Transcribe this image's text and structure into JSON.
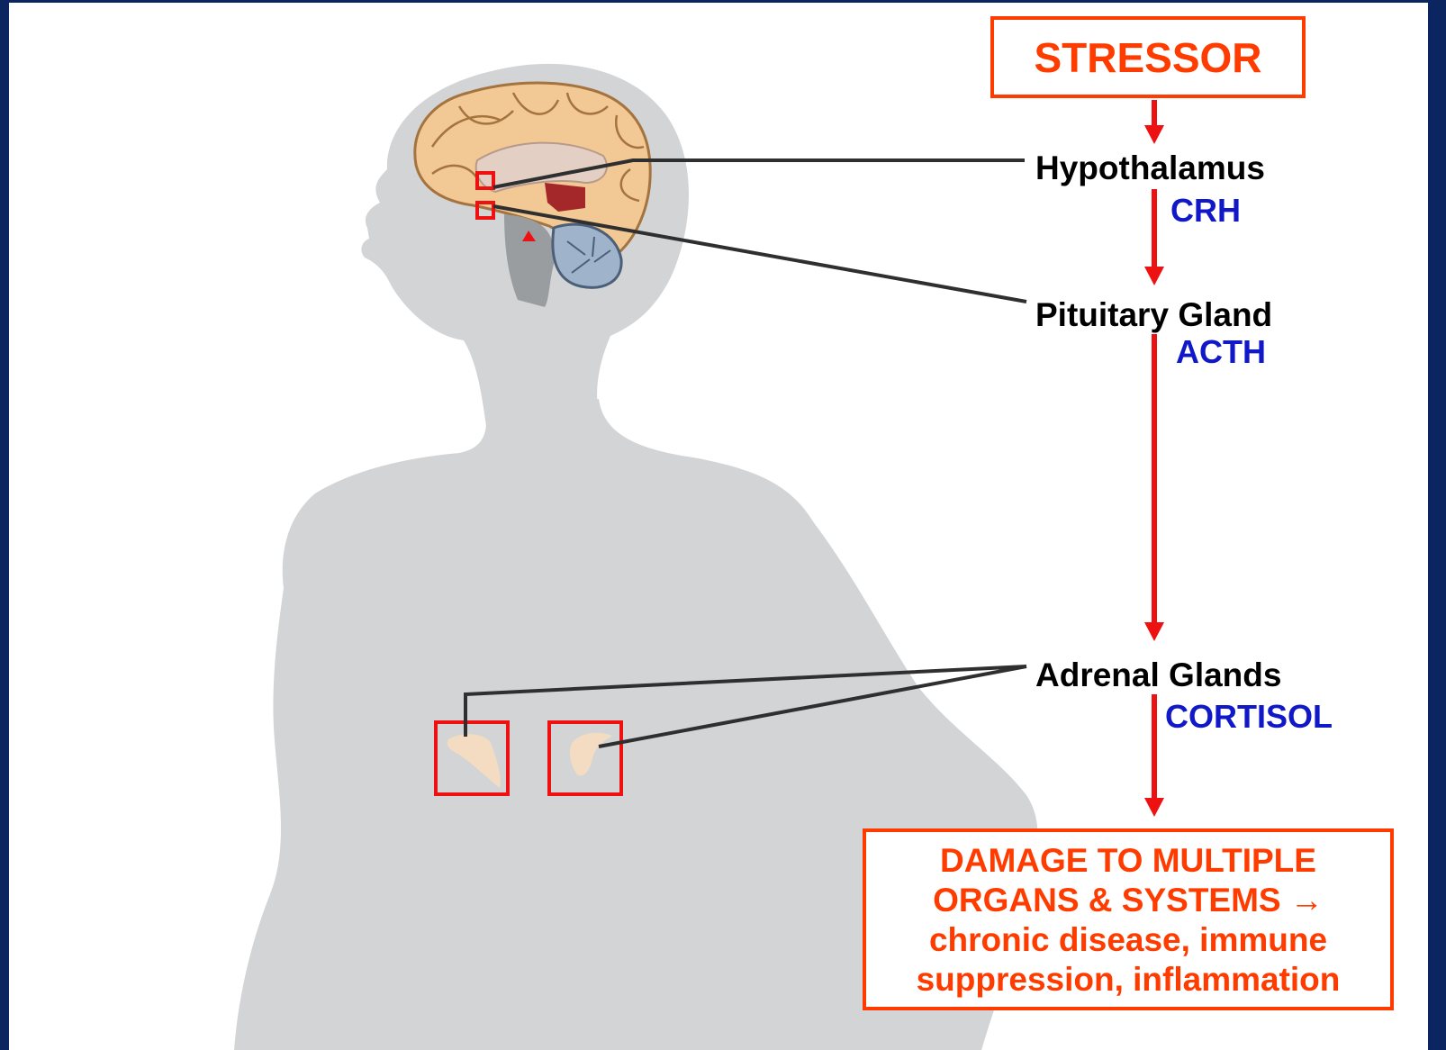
{
  "colors": {
    "frame": "#0b2560",
    "silhouette": "#d3d4d5",
    "connector": "#2f2f2f",
    "arrow": "#ee1111",
    "box_border": "#ff3c00",
    "organ_label": "#000000",
    "hormone_label": "#1018c8",
    "outcome_text": "#ff3c00",
    "brain_cortex": "#f2c894",
    "cerebellum": "#9fb3cb",
    "adrenal_gland": "#f4dcc2"
  },
  "stressor": {
    "label": "STRESSOR"
  },
  "organs": [
    {
      "label": "Hypothalamus"
    },
    {
      "label": "Pituitary Gland"
    },
    {
      "label": "Adrenal Glands"
    }
  ],
  "hormones": [
    {
      "label": "CRH"
    },
    {
      "label": "ACTH"
    },
    {
      "label": "CORTISOL"
    }
  ],
  "outcome": {
    "lines": [
      "DAMAGE TO MULTIPLE",
      "ORGANS & SYSTEMS →",
      "chronic disease, immune",
      "suppression, inflammation"
    ]
  },
  "illustration": {
    "figure": "human-silhouette",
    "callouts": [
      "brain",
      "adrenal-glands"
    ]
  }
}
